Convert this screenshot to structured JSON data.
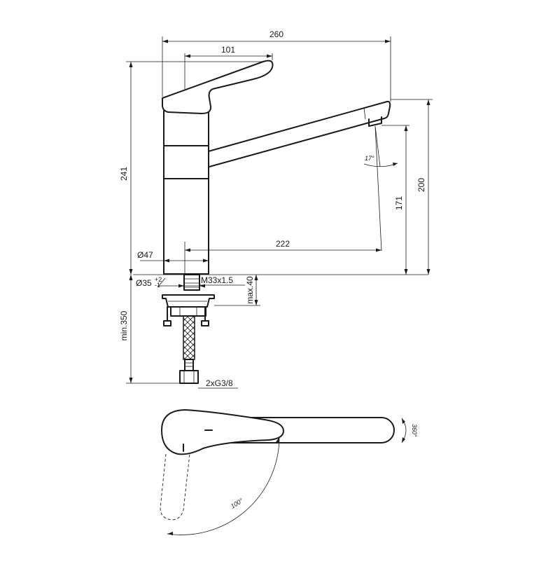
{
  "dimensions": {
    "total_width": "260",
    "handle_width": "101",
    "total_height": "241",
    "spout_height": "200",
    "outlet_height": "171",
    "spout_reach": "222",
    "body_diameter": "Ø47",
    "hole_diameter": "Ø35",
    "hole_tolerance_plus": "+2",
    "hole_tolerance_minus": "-1",
    "thread": "M33x1.5",
    "max_deck_thickness": "max.40",
    "min_hose_length": "min.350",
    "connection": "2xG3/8",
    "outlet_angle": "17°",
    "handle_rotation": "100°",
    "spout_rotation": "360°"
  }
}
